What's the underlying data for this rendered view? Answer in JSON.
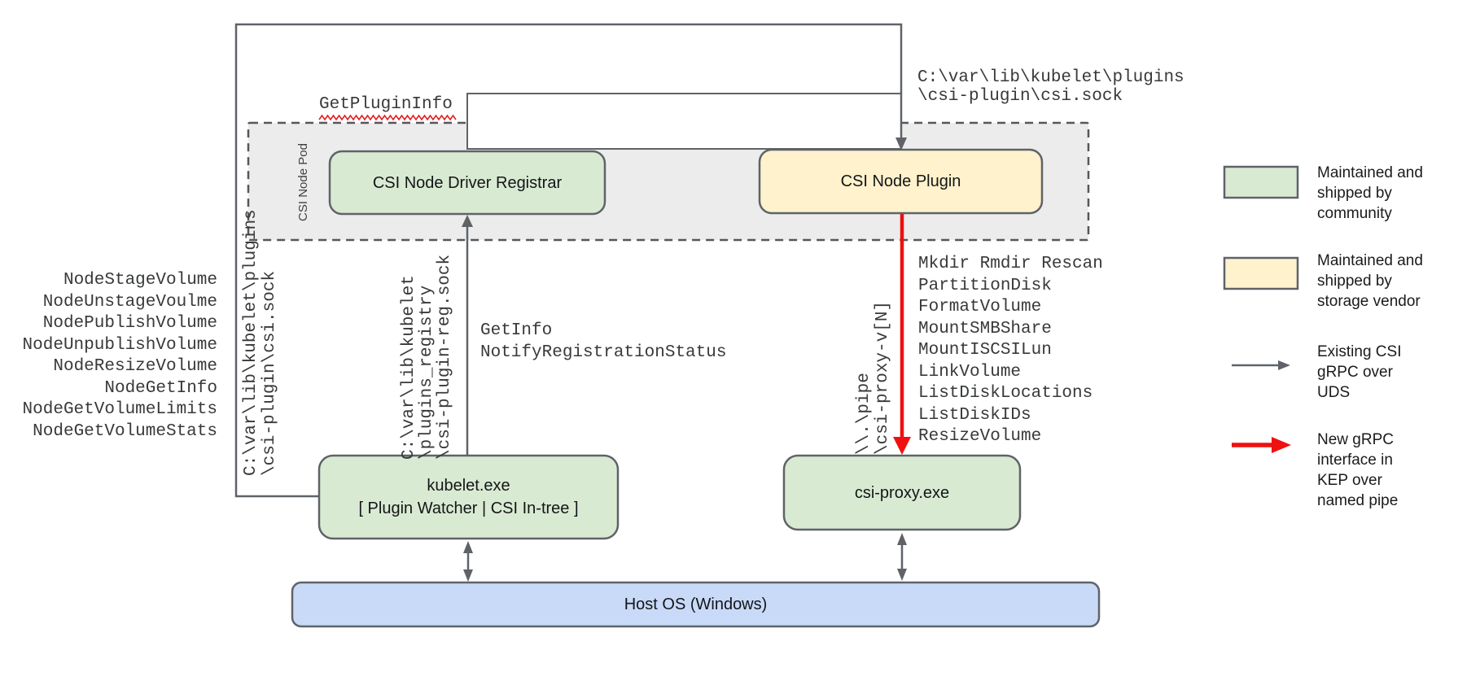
{
  "diagram": {
    "pod_label": "CSI Node Pod",
    "nodes": {
      "registrar": "CSI Node Driver Registrar",
      "plugin": "CSI Node Plugin",
      "kubelet": "kubelet.exe\n[ Plugin Watcher | CSI In-tree ]",
      "csi_proxy": "csi-proxy.exe",
      "host_os": "Host OS (Windows)"
    },
    "labels": {
      "get_plugin_info": "GetPluginInfo",
      "csi_sock_top": "C:\\var\\lib\\kubelet\\plugins\n\\csi-plugin\\csi.sock",
      "csi_sock_left": "C:\\var\\lib\\kubelet\\plugins\n\\csi-plugin\\csi.sock",
      "reg_sock": "C:\\var\\lib\\kubelet\n\\plugins_registry\n\\csi-plugin-reg.sock",
      "registration_calls": "GetInfo\nNotifyRegistrationStatus",
      "pipe_path": "\\\\.\\pipe\n\\csi-proxy-v[N]"
    },
    "kubelet_node_calls": [
      "NodeStageVolume",
      "NodeUnstageVoulme",
      "NodePublishVolume",
      "NodeUnpublishVolume",
      "NodeResizeVolume",
      "NodeGetInfo",
      "NodeGetVolumeLimits",
      "NodeGetVolumeStats"
    ],
    "proxy_calls": [
      "Mkdir Rmdir Rescan",
      "PartitionDisk",
      "FormatVolume",
      "MountSMBShare",
      "MountISCSILun",
      "LinkVolume",
      "ListDiskLocations",
      "ListDiskIDs",
      "ResizeVolume"
    ]
  },
  "legend": {
    "community": "Maintained and\nshipped by\ncommunity",
    "vendor": "Maintained and\nshipped by\nstorage vendor",
    "uds": "Existing CSI\ngRPC over\nUDS",
    "named_pipe": "New gRPC\ninterface in\nKEP over\nnamed pipe"
  },
  "colors": {
    "community_green": "#d9ead3",
    "vendor_yellow": "#fff2cc",
    "host_blue": "#c9daf8",
    "pod_gray": "#ececec",
    "line_gray": "#5f6368",
    "arrow_red": "#ee1111"
  }
}
